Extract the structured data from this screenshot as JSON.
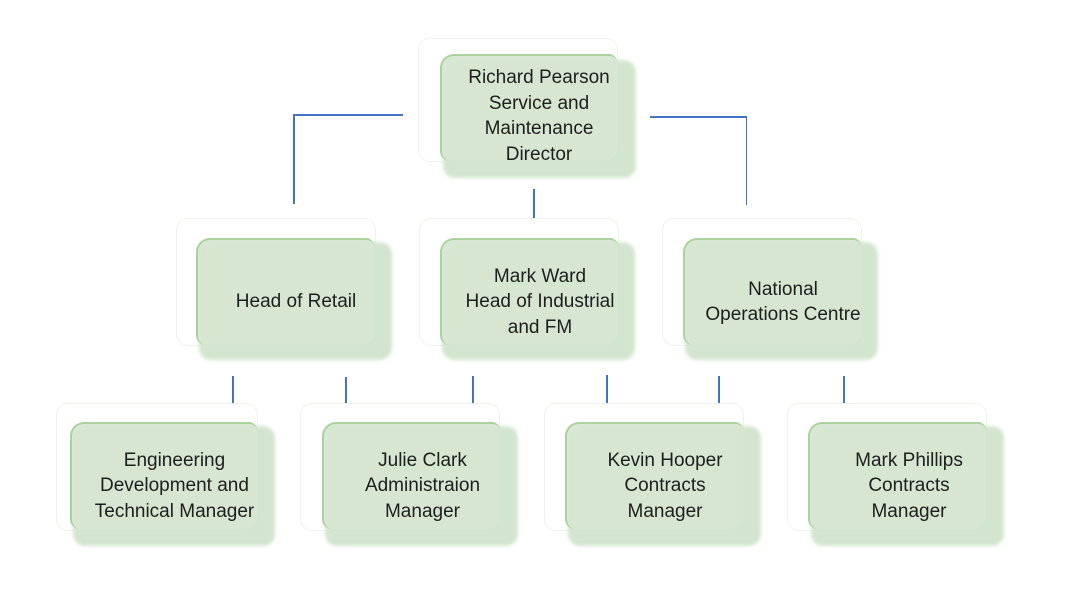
{
  "chart_data": {
    "type": "org-chart",
    "title": "",
    "nodes": [
      {
        "id": "director",
        "level": 0,
        "lines": [
          "Richard Pearson",
          "Service and",
          "Maintenance",
          "Director"
        ]
      },
      {
        "id": "retail",
        "level": 1,
        "parent": "director",
        "lines": [
          "Head of Retail"
        ]
      },
      {
        "id": "industrial",
        "level": 1,
        "parent": "director",
        "lines": [
          "Mark Ward",
          "Head of Industrial",
          "and FM"
        ]
      },
      {
        "id": "noc",
        "level": 1,
        "parent": "director",
        "lines": [
          "National",
          "Operations Centre"
        ]
      },
      {
        "id": "engineering",
        "level": 2,
        "lines": [
          "Engineering",
          "Development and",
          "Technical Manager"
        ]
      },
      {
        "id": "admin",
        "level": 2,
        "lines": [
          "Julie Clark",
          "Administraion",
          "Manager"
        ]
      },
      {
        "id": "kevin",
        "level": 2,
        "lines": [
          "Kevin Hooper",
          "Contracts",
          "Manager"
        ]
      },
      {
        "id": "phillips",
        "level": 2,
        "lines": [
          "Mark Phillips",
          "Contracts",
          "Manager"
        ]
      }
    ],
    "connector_color": "#4472c4",
    "node_fill_color": "#d6e6d1",
    "node_border_color": "#a9d39a"
  },
  "labels": {
    "director": "Richard Pearson\nService and\nMaintenance\nDirector",
    "retail": "Head of Retail",
    "industrial": "Mark Ward\nHead of Industrial\nand FM",
    "noc": "National\nOperations Centre",
    "engineering": "Engineering\nDevelopment and\nTechnical Manager",
    "admin": "Julie Clark\nAdministraion\nManager",
    "kevin": "Kevin Hooper\nContracts\nManager",
    "phillips": "Mark Phillips\nContracts\nManager"
  }
}
